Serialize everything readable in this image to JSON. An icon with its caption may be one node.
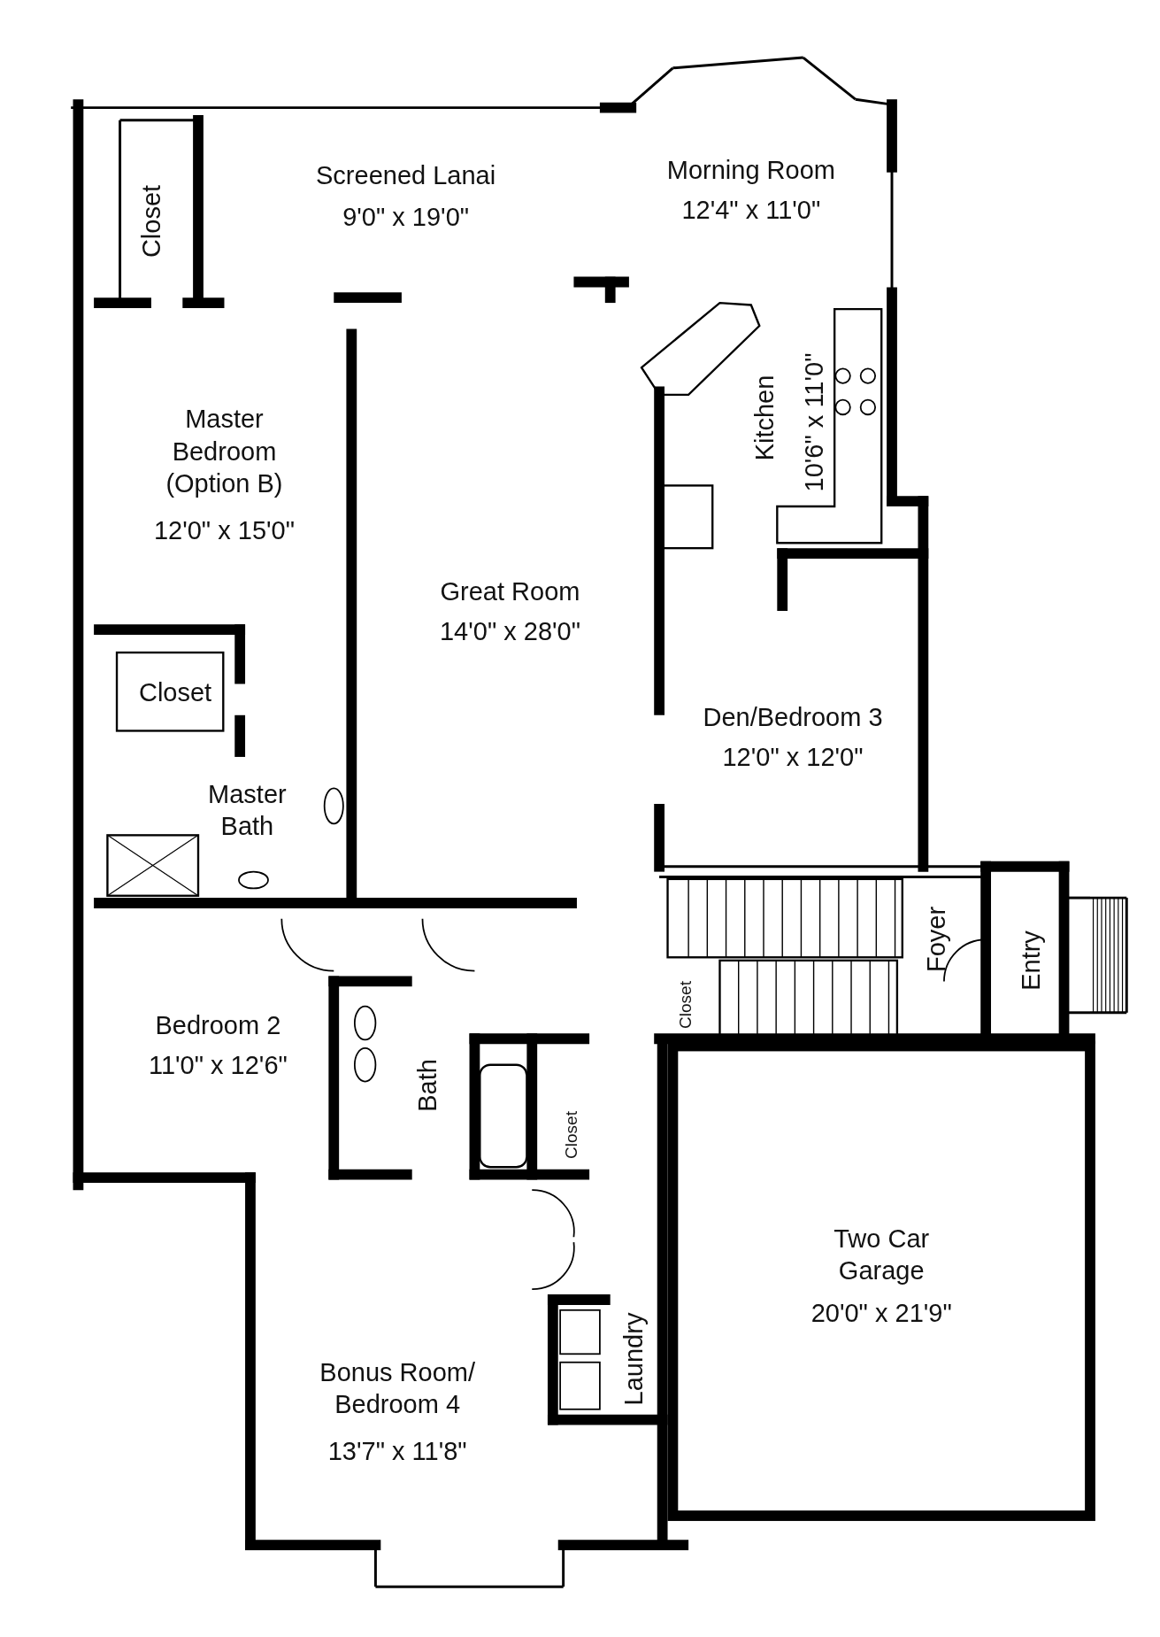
{
  "diagram": {
    "labels": [
      "Closet",
      "Screened Lanai",
      "9'0\" x 19'0\"",
      "Morning Room",
      "12'4\" x 11'0\"",
      "Kitchen",
      "10'6\" x 11'0\"",
      "Master Bedroom (Option B)",
      "12'0\" x 15'0\"",
      "Great Room",
      "14'0\" x 28'0\"",
      "Closet",
      "Den/Bedroom 3",
      "12'0\" x 12'0\"",
      "Master Bath",
      "Foyer",
      "Entry",
      "Closet",
      "Bedroom 2",
      "11'0\" x 12'6\"",
      "Bath",
      "Closet",
      "Two Car Garage",
      "20'0\" x 21'9\"",
      "Laundry",
      "Bonus Room/ Bedroom 4",
      "13'7\" x 11'8\""
    ]
  }
}
